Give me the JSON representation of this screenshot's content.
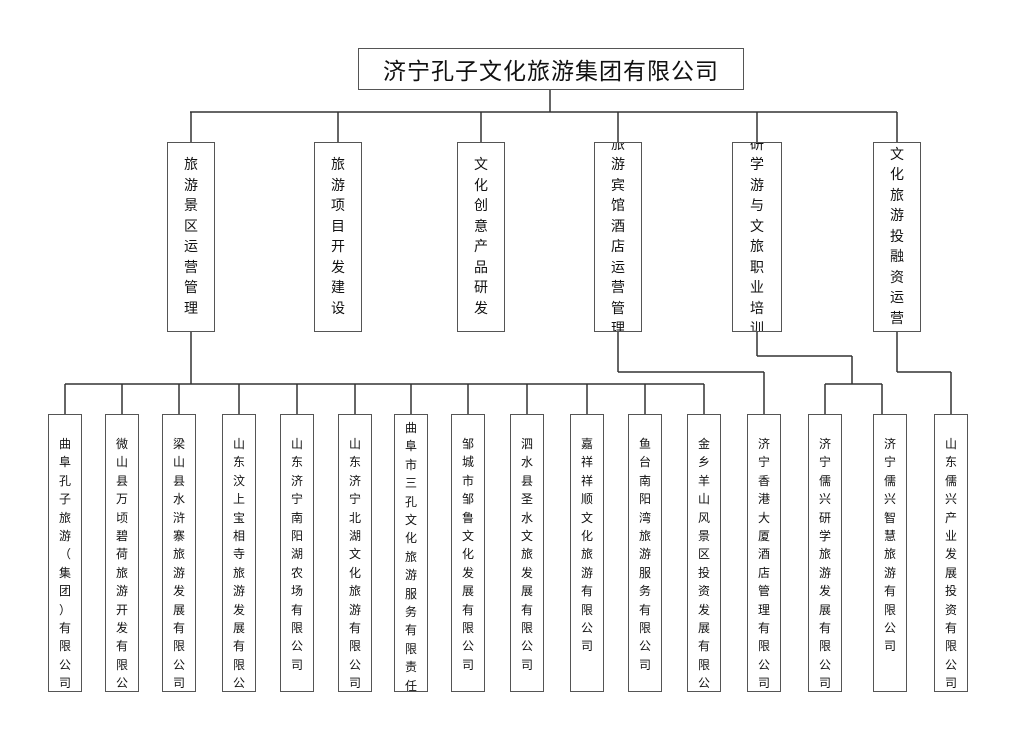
{
  "root": {
    "name": "济宁孔子文化旅游集团有限公司"
  },
  "departments": [
    {
      "name": "旅游景区运营管理"
    },
    {
      "name": "旅游项目开发建设"
    },
    {
      "name": "文化创意产品研发"
    },
    {
      "name": "旅游宾馆酒店运营管理"
    },
    {
      "name": "研学游与文旅职业培训"
    },
    {
      "name": "文化旅游投融资运营"
    }
  ],
  "subsidiaries": [
    {
      "name": "曲阜孔子旅游（集团）有限公司",
      "parent": 0
    },
    {
      "name": "微山县万顷碧荷旅游开发有限公司",
      "parent": 0
    },
    {
      "name": "梁山县水浒寨旅游发展有限公司",
      "parent": 0
    },
    {
      "name": "山东汶上宝相寺旅游发展有限公司",
      "parent": 0
    },
    {
      "name": "山东济宁南阳湖农场有限公司",
      "parent": 0
    },
    {
      "name": "山东济宁北湖文化旅游有限公司",
      "parent": 0
    },
    {
      "name": "曲阜市三孔文化旅游服务有限责任公司",
      "parent": 0
    },
    {
      "name": "邹城市邹鲁文化发展有限公司",
      "parent": 0
    },
    {
      "name": "泗水县圣水文旅发展有限公司",
      "parent": 0
    },
    {
      "name": "嘉祥祥顺文化旅游有限公司",
      "parent": 0
    },
    {
      "name": "鱼台南阳湾旅游服务有限公司",
      "parent": 0
    },
    {
      "name": "金乡羊山风景区投资发展有限公司",
      "parent": 0
    },
    {
      "name": "济宁香港大厦酒店管理有限公司",
      "parent": 3
    },
    {
      "name": "济宁儒兴研学旅游发展有限公司",
      "parent": 4
    },
    {
      "name": "济宁儒兴智慧旅游有限公司",
      "parent": 4
    },
    {
      "name": "山东儒兴产业发展投资有限公司",
      "parent": 5
    }
  ]
}
